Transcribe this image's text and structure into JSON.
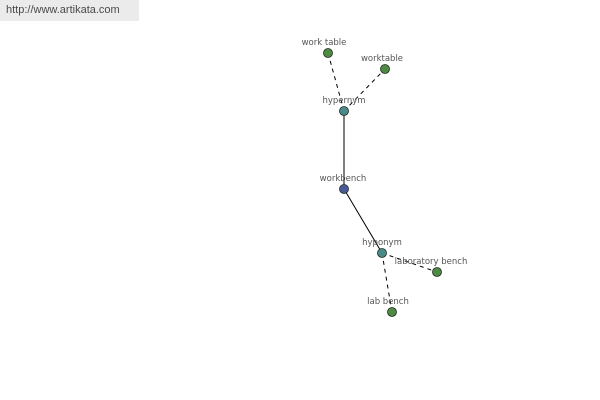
{
  "banner": {
    "url_text": "http://www.artikata.com"
  },
  "colors": {
    "center": "#4a5a96",
    "relation": "#4a8a8a",
    "term": "#4f8a42",
    "edge": "#000000",
    "label": "#555555"
  },
  "graph": {
    "nodes": {
      "center": {
        "label": "workbench"
      },
      "hypernym": {
        "label": "hypernym"
      },
      "hyponym": {
        "label": "hyponym"
      },
      "work_table": {
        "label": "work table"
      },
      "worktable": {
        "label": "worktable"
      },
      "laboratory_bench": {
        "label": "laboratory bench"
      },
      "lab_bench": {
        "label": "lab bench"
      }
    }
  }
}
